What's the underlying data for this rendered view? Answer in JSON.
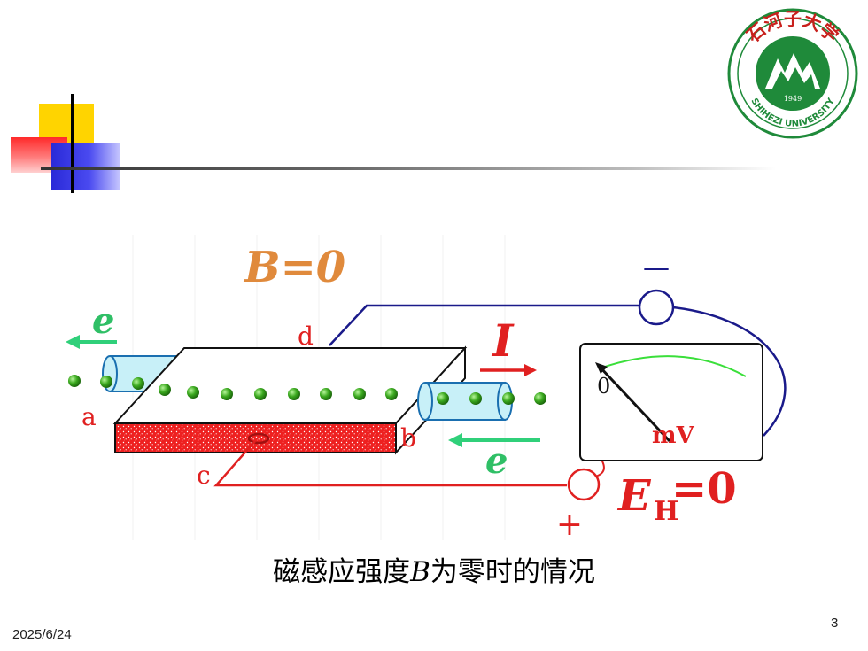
{
  "logo": {
    "top_text": "石河子大学",
    "year": "1949",
    "bottom_text": "SHIHEZI UNIVERSITY"
  },
  "diagram": {
    "field_label": "B=0",
    "electron_label_left": "e",
    "electron_label_right": "e",
    "current_label": "I",
    "corner_a": "a",
    "corner_b": "b",
    "corner_c": "c",
    "corner_d": "d",
    "minus_sign": "—",
    "plus_sign": "+",
    "meter_zero": "0",
    "meter_unit": "mV",
    "hall_label": "E",
    "hall_subscript": "H",
    "hall_value": "=0"
  },
  "caption": {
    "before": "磁感应强度",
    "var": "B",
    "after": "为零时的情况"
  },
  "footer": {
    "date": "2025/6/24",
    "page": "3"
  }
}
